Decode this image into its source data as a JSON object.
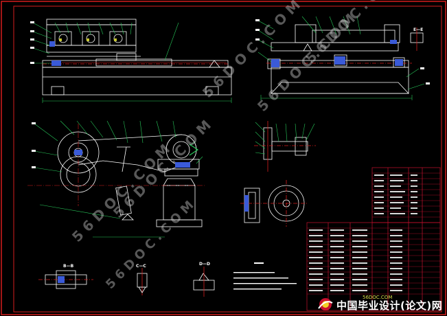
{
  "section_labels": [
    "B—B",
    "C—C",
    "D—D",
    "E—E"
  ],
  "watermarks": [
    "5 6 D O C . C O M",
    "5 6 D O C . C O M",
    "5 6 D O C . C O M",
    "5 6 D O C . C O M",
    "5 6 D O C . C O M",
    "5 6 D O C . C O M"
  ],
  "logo": {
    "text": "中国毕业设计(论文)网",
    "small": "56DOC.COM"
  },
  "colors": {
    "frame": "#d81e1e",
    "line": "#ffffff",
    "dim": "#27c85a",
    "center": "#d81e1e",
    "table": "#c8102e",
    "accent": "#c8c832",
    "blue": "#3a5ad8"
  }
}
